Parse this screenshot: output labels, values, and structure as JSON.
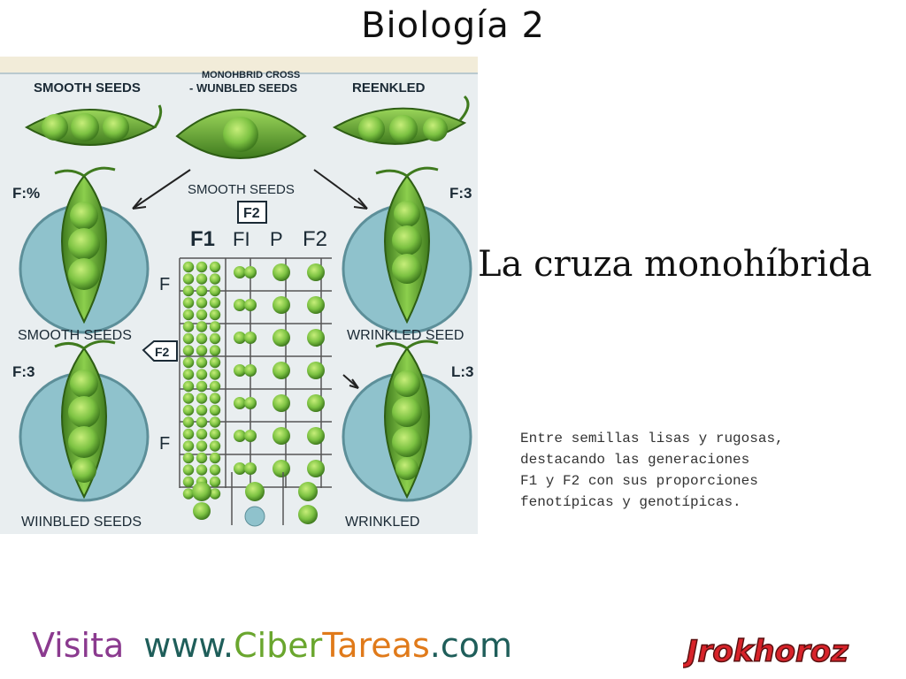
{
  "header": {
    "title": "Biología 2"
  },
  "slide": {
    "title": "La cruza monohíbrida",
    "description": [
      "Entre semillas lisas y rugosas,",
      "destacando las generaciones",
      "F1 y F2 con sus proporciones",
      "fenotípicas y genotípicas."
    ]
  },
  "illustration": {
    "top_left_label": "SMOOTH SEEDS",
    "top_center_label_1": "MONOHBRID CROSS",
    "top_center_label_2": "- WUNBLED SEEDS",
    "top_right_label": "REENKLED",
    "center_label": "SMOOTH SEEDS",
    "f2_badge": "F2",
    "col_f1a": "F1",
    "col_f1b": "FI",
    "col_p": "P",
    "col_f2": "F2",
    "row_f_top": "F",
    "row_f_bottom": "F",
    "left_gen_top": "F:%",
    "left_gen_bottom": "F:3",
    "right_gen_top": "F:3",
    "right_gen_bottom": "L:3",
    "mid_left_label": "SMOOTH SEEDS",
    "mid_right_label": "WRINKLED SEED",
    "side_badge": "F2",
    "bottom_left_label": "WIINBLED SEEDS",
    "bottom_right_label": "WRINKLED"
  },
  "footer": {
    "visita": "Visita",
    "www": "www.",
    "ciber": "Ciber",
    "tareas": "Tareas",
    "com": ".com"
  },
  "logo": {
    "text": "Jrokhoroz"
  },
  "colors": {
    "pea_green": "#7cc242",
    "pod_dark": "#3f7a1e",
    "circle_blue": "#8fc2cc",
    "bg_panel": "#e9eef0"
  }
}
